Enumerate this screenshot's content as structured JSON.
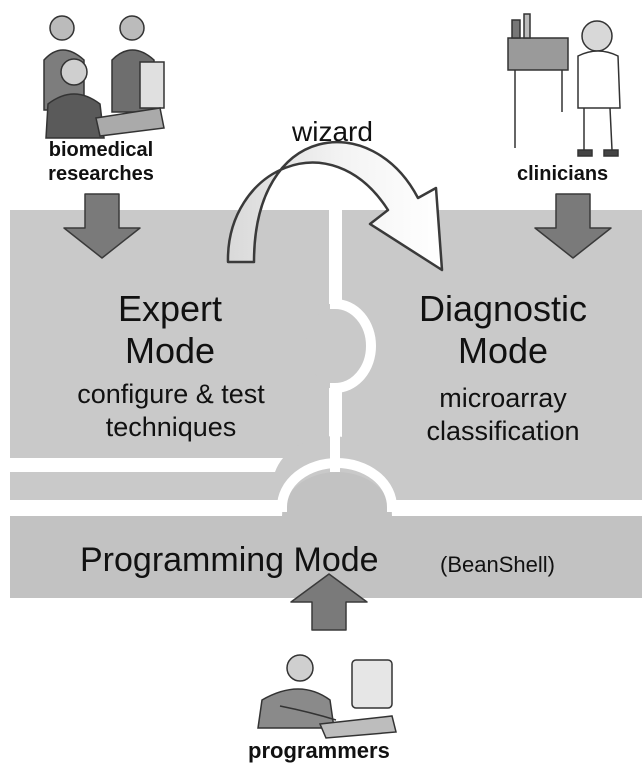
{
  "wizard_label": "wizard",
  "users": {
    "biomedical": "biomedical\nresearches",
    "clinicians": "clinicians",
    "programmers": "programmers"
  },
  "expert_mode": {
    "title_line1": "Expert",
    "title_line2": "Mode",
    "desc_line1": "configure & test",
    "desc_line2": "techniques"
  },
  "diagnostic_mode": {
    "title_line1": "Diagnostic",
    "title_line2": "Mode",
    "desc_line1": "microarray",
    "desc_line2": "classification"
  },
  "programming_mode": {
    "title": "Programming Mode",
    "suffix": "(BeanShell)"
  },
  "colors": {
    "panel": "#c9c9c9",
    "band": "#c2c2c2",
    "arrow": "#7a7a7a",
    "arrow_stroke": "#3a3a3a",
    "text": "#111111"
  }
}
